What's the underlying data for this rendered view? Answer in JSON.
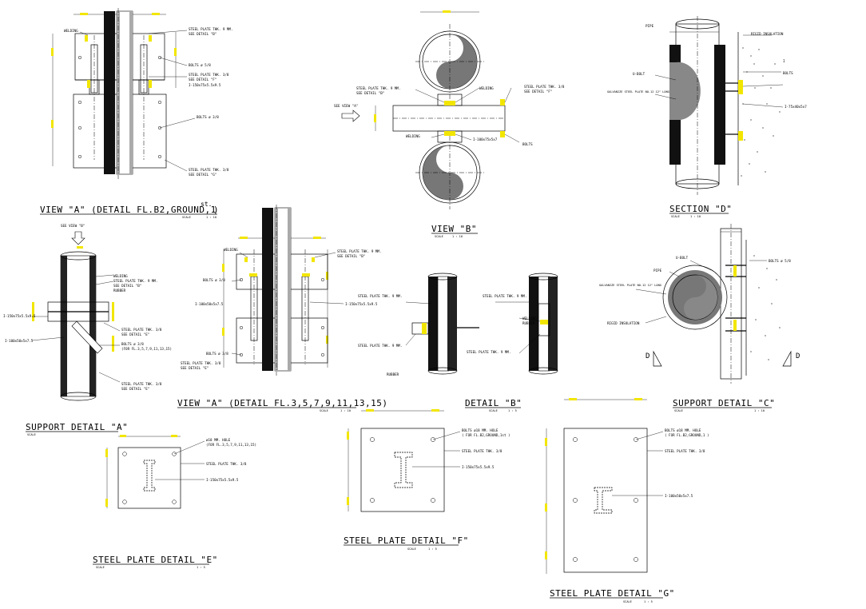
{
  "titles": {
    "view_a1": "VIEW \"A\" (DETAIL FL.B2,GROUND,1",
    "view_a1_sup": "st.",
    "view_a1_close": ")",
    "view_b": "VIEW \"B\"",
    "section_d": "SECTION \"D\"",
    "view_a2": "VIEW \"A\" (DETAIL FL.3,5,7,9,11,13,15)",
    "detail_b": "DETAIL \"B\"",
    "support_a": "SUPPORT DETAIL \"A\"",
    "support_c": "SUPPORT DETAIL \"C\"",
    "plate_e": "STEEL PLATE DETAIL \"E\"",
    "plate_f": "STEEL PLATE DETAIL \"F\"",
    "plate_g": "STEEL PLATE DETAIL \"G\""
  },
  "scales": {
    "view_a1": "1 : 10",
    "view_b": "1 : 10",
    "section_d": "1 : 10",
    "view_a2": "1 : 10",
    "detail_b": "1 : 5",
    "support_c": "1 : 10",
    "plate_e": "1 : 5",
    "plate_f": "1 : 5",
    "plate_g": "1 : 5"
  },
  "scale_word": "SCALE",
  "labels": {
    "welding": "WELDING",
    "steel_plate_9": "STEEL PLATE THK. 9 MM.",
    "see_detail_b": "SEE DETAIL \"B\"",
    "bolts_58": "BOLTS ø 5/8",
    "steel_plate_38": "STEEL PLATE THK. 3/8",
    "see_detail_f": "SEE DETAIL \"F\"",
    "i_150": "I-150x75x5.5x9.5",
    "bolts_38": "BOLTS ø 3/8",
    "see_detail_g": "SEE DETAIL \"G\"",
    "see_view_a": "SEE VIEW \"A\"",
    "i_100": "I-100x75x5x7",
    "bolts": "BOLTS",
    "pipe": "PIPE",
    "rigid_insulation": "RIGID INSULATION",
    "u_bolt": "U-BOLT",
    "galvanize_plate": "GALVANIZE STEEL PLATE NO.12 12\" LONG",
    "i_75": "I-75x40x5x7",
    "see_view_b": "SEE VIEW \"B\"",
    "rubber": "RUBBER",
    "i_150_75": "I-150x75x5.5x9.5",
    "i_100_50": "I-100x50x5x7.5",
    "for_fl": "(FOR FL.3,5,7,9,11,13,15)",
    "see_detail_e": "SEE DETAIL \"E\"",
    "hole_18": "ø18 MM. HOLE",
    "hole_for_e": "(FOR FL.3,5,7,9,11,13,15)",
    "hole_for_f": "( FOR FL.B2,GROUND,1st )",
    "hole_for_g": "( FOR FL.B2,GROUND,1 )",
    "bolts_18": "BOLTS ø18 MM. HOLE",
    "section_mark": "D"
  }
}
